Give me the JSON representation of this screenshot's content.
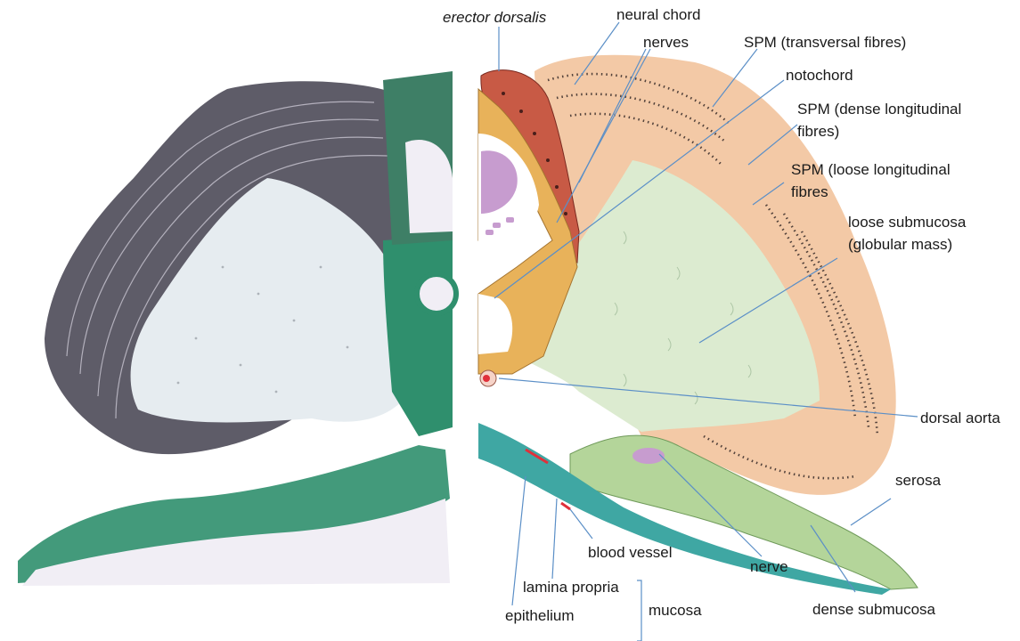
{
  "labels": {
    "erector_dorsalis": "erector dorsalis",
    "neural_chord": "neural chord",
    "nerves": "nerves",
    "spm_transversal": "SPM (transversal fibres)",
    "notochord": "notochord",
    "spm_dense_1": "SPM (dense longitudinal",
    "spm_dense_2": "fibres)",
    "spm_loose_1": "SPM (loose longitudinal",
    "spm_loose_2": "fibres",
    "loose_sub_1": "loose submucosa",
    "loose_sub_2": "(globular mass)",
    "dorsal_aorta": "dorsal aorta",
    "serosa": "serosa",
    "blood_vessel": "blood vessel",
    "nerve": "nerve",
    "lamina_propria": "lamina propria",
    "epithelium": "epithelium",
    "mucosa": "mucosa",
    "dense_submucosa": "dense submucosa"
  },
  "colors": {
    "muscle_dark": "#5e5c68",
    "submucosa_pale": "#e6ecf0",
    "connective_green": "#2f8f6d",
    "spm_peach": "#f3c9a6",
    "loose_submucosa_green": "#dcebd0",
    "dense_submucosa_green": "#b4d59a",
    "erector_red": "#c85a45",
    "bone_orange": "#e8b25a",
    "mucosa_teal": "#3fa7a3",
    "nerve_purple": "#c79ccf",
    "leader_line": "#5b8fc7"
  }
}
